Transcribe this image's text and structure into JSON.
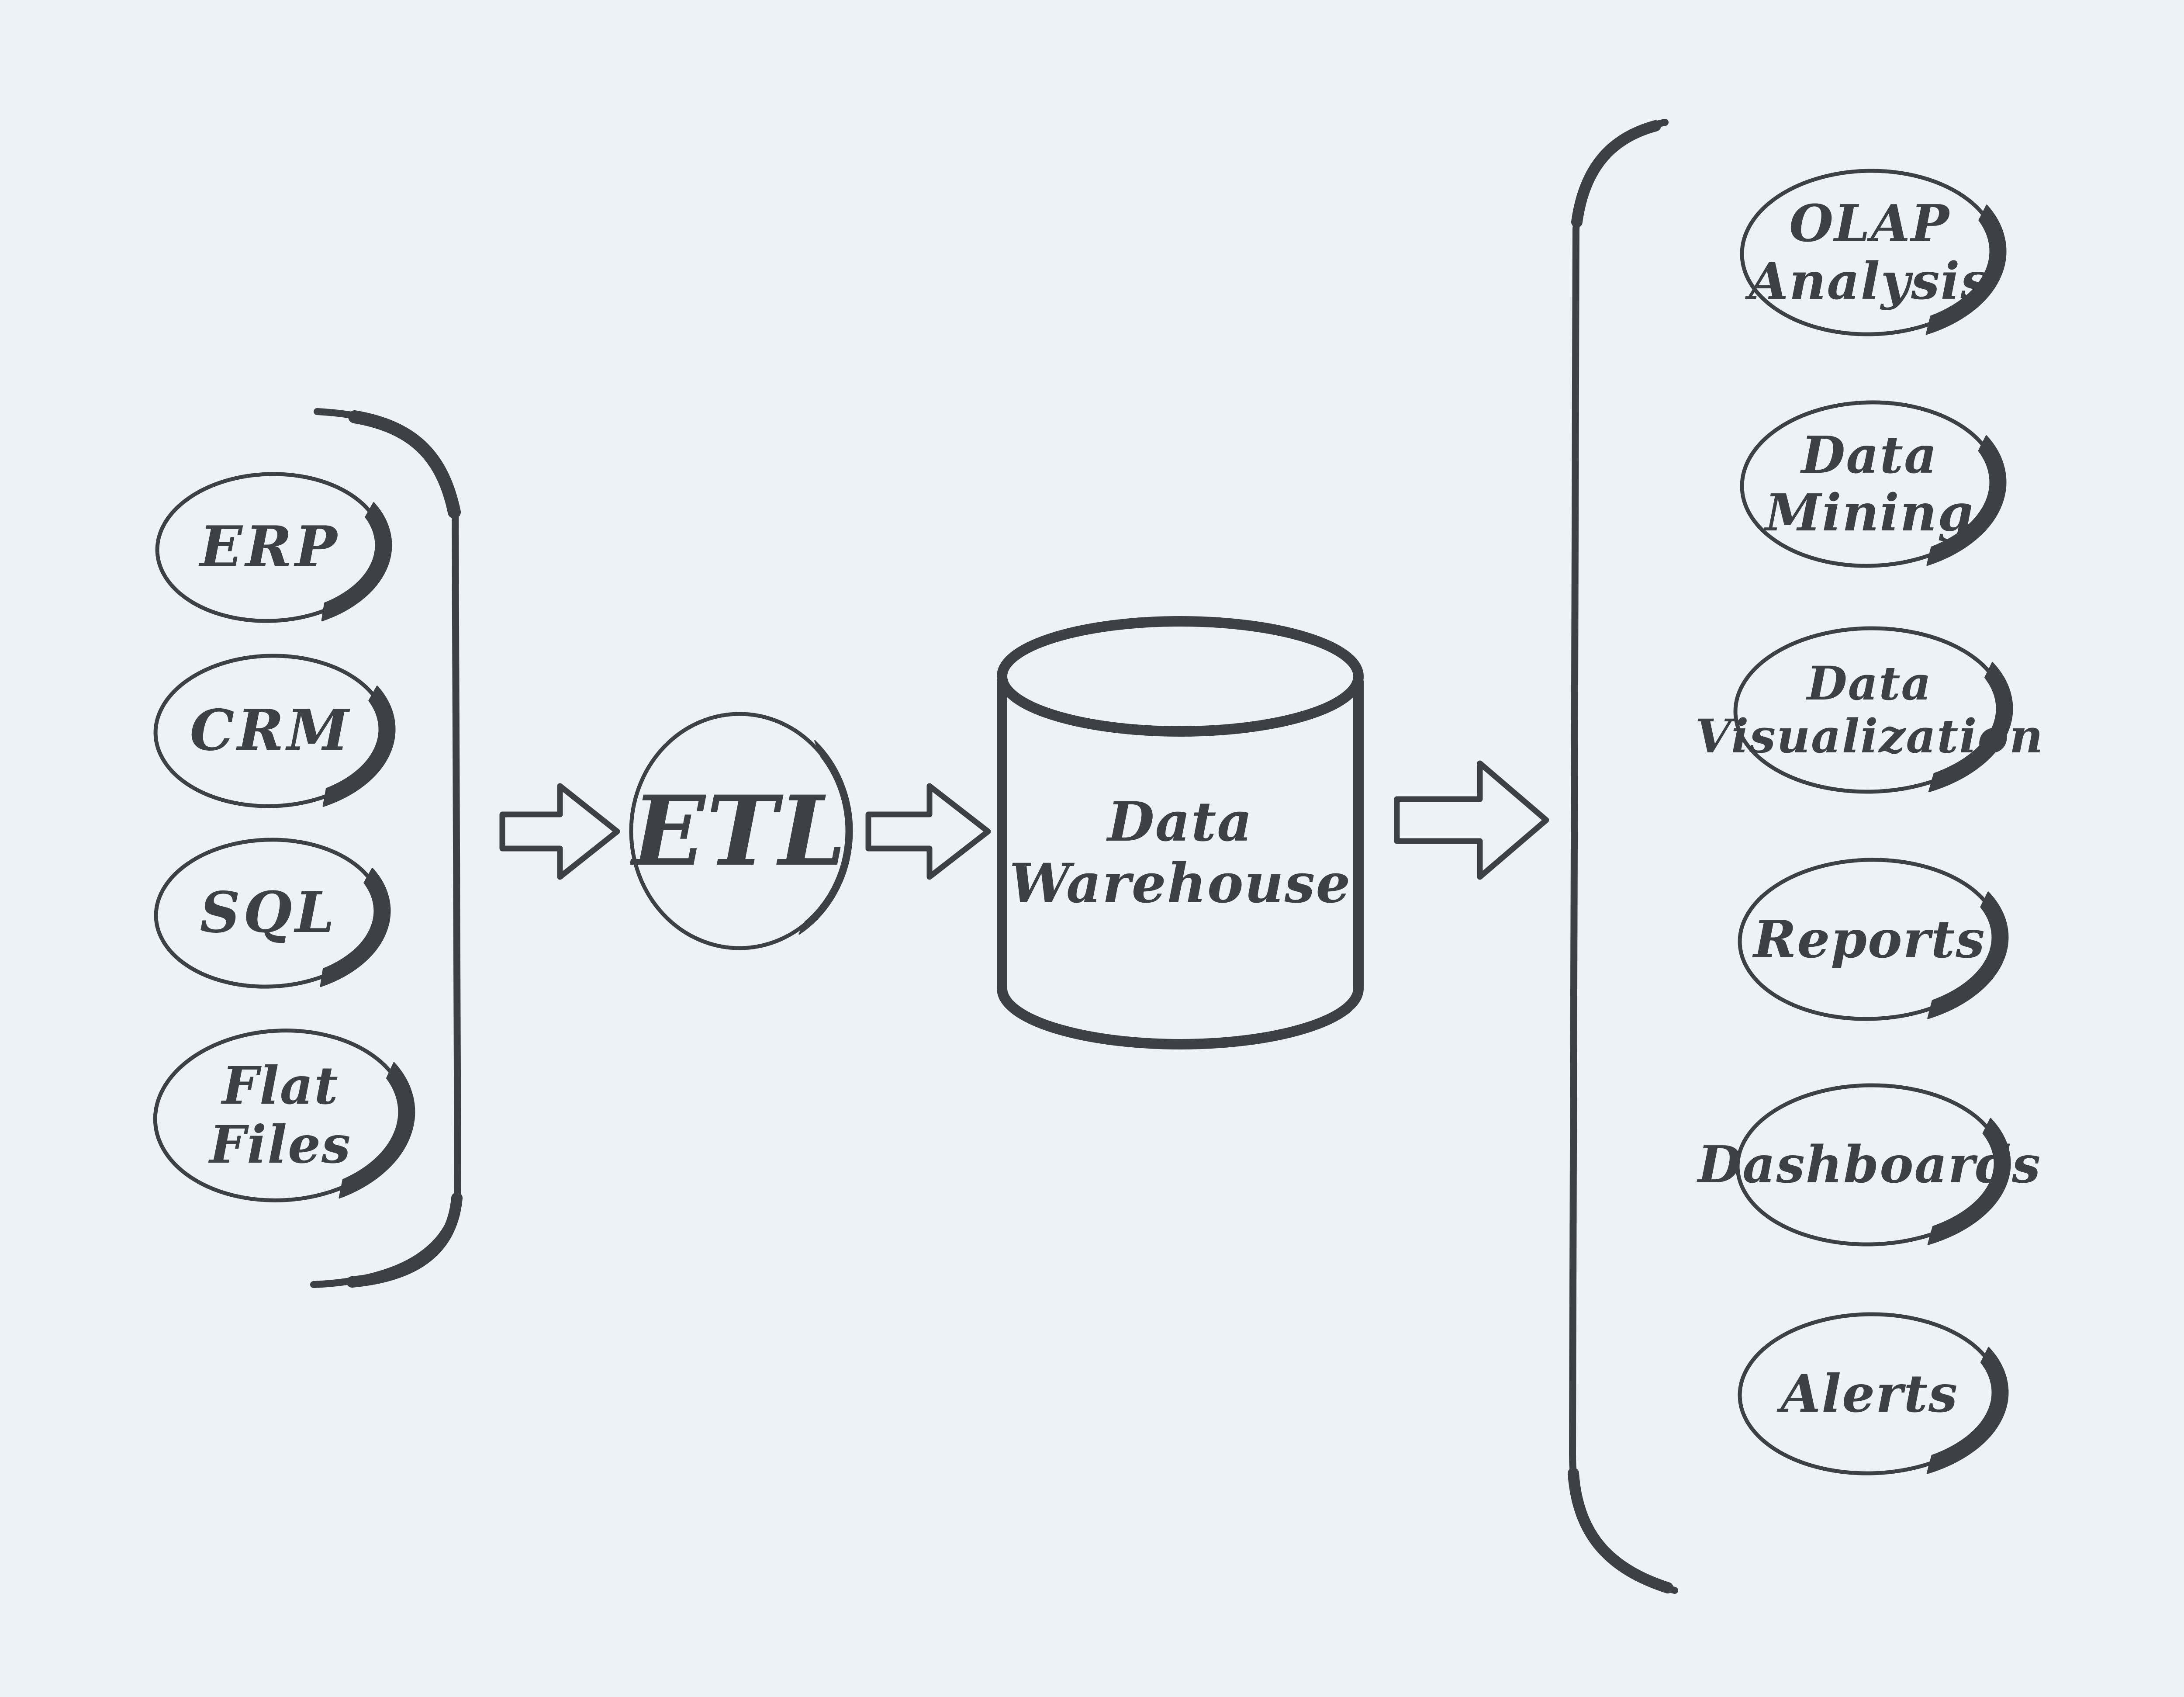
{
  "colors": {
    "background": "#edf2f6",
    "ink": "#3d4145"
  },
  "sources": {
    "items": [
      {
        "lines": [
          "ERP"
        ]
      },
      {
        "lines": [
          "CRM"
        ]
      },
      {
        "lines": [
          "SQL"
        ]
      },
      {
        "lines": [
          "Flat",
          "Files"
        ]
      }
    ]
  },
  "process": {
    "lines": [
      "ETL"
    ]
  },
  "warehouse": {
    "lines": [
      "Data",
      "Warehouse"
    ]
  },
  "outputs": {
    "items": [
      {
        "lines": [
          "OLAP",
          "Analysis"
        ]
      },
      {
        "lines": [
          "Data",
          "Mining"
        ]
      },
      {
        "lines": [
          "Data",
          "Visualization"
        ]
      },
      {
        "lines": [
          "Reports"
        ]
      },
      {
        "lines": [
          "Dashboards"
        ]
      },
      {
        "lines": [
          "Alerts"
        ]
      }
    ]
  }
}
